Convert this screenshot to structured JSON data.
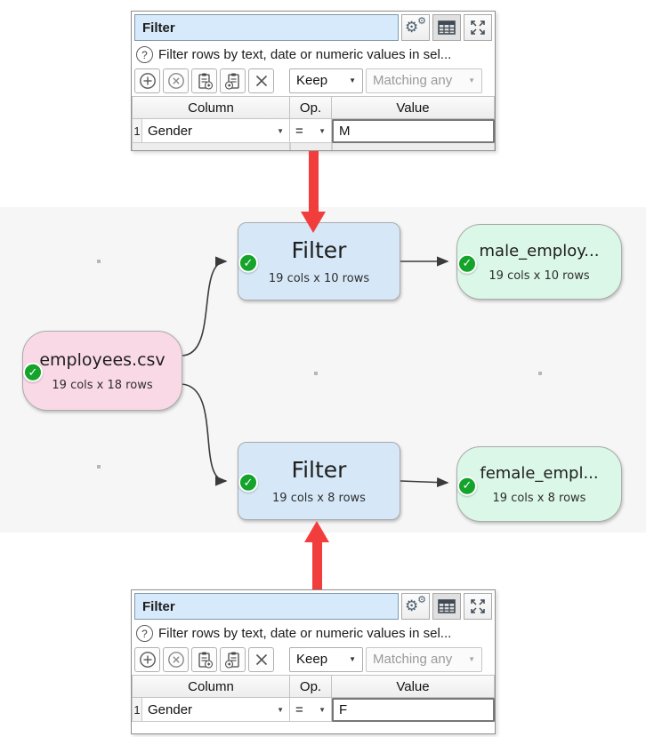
{
  "colors": {
    "panel_title_bg": "#d7eafb",
    "source_node_fill": "#f9d9e6",
    "transform_node_fill": "#d6e8f8",
    "output_node_fill": "#dbf7e7",
    "check_green": "#14a32b",
    "annotation_arrow_red": "#f23d3d",
    "canvas_bg": "#f6f6f7",
    "edge_color": "#3a3a3a"
  },
  "panels": {
    "top": {
      "title": "Filter",
      "help_glyph": "?",
      "help_text": "Filter rows by text, date or numeric values in sel...",
      "toolbar": {
        "keep_dropdown": "Keep",
        "matching_dropdown": "Matching any"
      },
      "table": {
        "headers": {
          "column": "Column",
          "op": "Op.",
          "value": "Value"
        },
        "row": {
          "num": "1",
          "column": "Gender",
          "op": "=",
          "value": "M"
        }
      }
    },
    "bottom": {
      "title": "Filter",
      "help_glyph": "?",
      "help_text": "Filter rows by text, date or numeric values in sel...",
      "toolbar": {
        "keep_dropdown": "Keep",
        "matching_dropdown": "Matching any"
      },
      "table": {
        "headers": {
          "column": "Column",
          "op": "Op.",
          "value": "Value"
        },
        "row": {
          "num": "1",
          "column": "Gender",
          "op": "=",
          "value": "F"
        }
      }
    }
  },
  "canvas": {
    "nodes": [
      {
        "title": "employees.csv",
        "subtitle": "19 cols x 18 rows"
      },
      {
        "title": "Filter",
        "subtitle": "19 cols x 10 rows"
      },
      {
        "title": "male_employ...",
        "subtitle": "19 cols x 10 rows"
      },
      {
        "title": "Filter",
        "subtitle": "19 cols x 8 rows"
      },
      {
        "title": "female_empl...",
        "subtitle": "19 cols x 8 rows"
      }
    ],
    "check_glyph": "✓"
  }
}
